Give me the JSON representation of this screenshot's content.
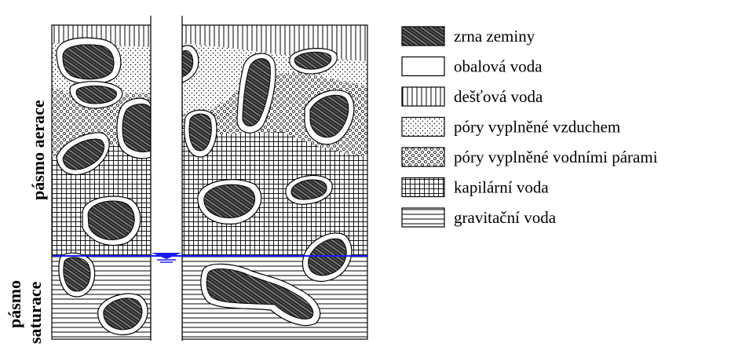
{
  "zones": {
    "aeration": "pásmo aerace",
    "saturation_line1": "pásmo",
    "saturation_line2": "saturace"
  },
  "legend": [
    {
      "pattern": "soil-grain",
      "label": "zrna zeminy"
    },
    {
      "pattern": "film-water",
      "label": "obalová voda"
    },
    {
      "pattern": "rain-water",
      "label": "dešťová voda"
    },
    {
      "pattern": "air-pores",
      "label": "póry vyplněné vzduchem"
    },
    {
      "pattern": "vapor-pores",
      "label": "póry vyplněné vodními párami"
    },
    {
      "pattern": "capillary-water",
      "label": "kapilární voda"
    },
    {
      "pattern": "gravity-water",
      "label": "gravitační voda"
    }
  ],
  "colors": {
    "outline": "#000000",
    "grain": "#3a3a3a",
    "water_table": "#1a1aff"
  },
  "icons": {
    "water_table_marker": "water-level-triangle-icon"
  }
}
